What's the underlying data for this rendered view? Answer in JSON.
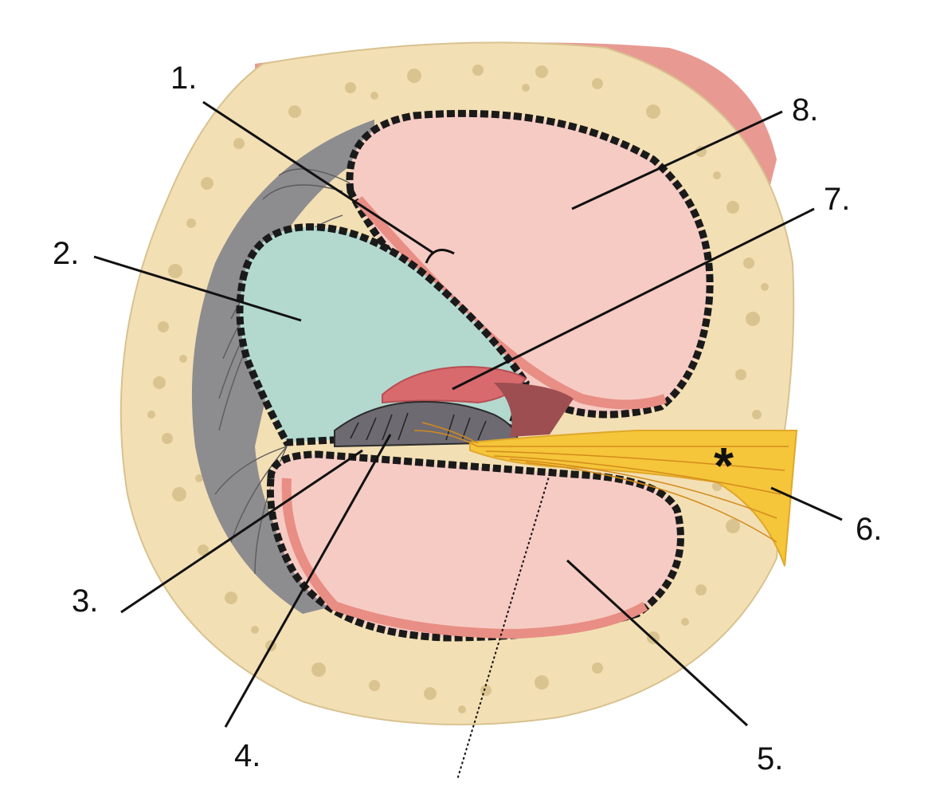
{
  "labels": {
    "l1": "1.",
    "l2": "2.",
    "l3": "3.",
    "l4": "4.",
    "l5": "5.",
    "l6": "6.",
    "l7": "7.",
    "l8": "8."
  },
  "marker": "*",
  "colors": {
    "bone": "#f3dfb4",
    "bone_spot": "#d9c48f",
    "pink_rim": "#e88e85",
    "chamber": "#f6cbc3",
    "teal": "#b3d9cf",
    "gray": "#8d8d8f",
    "nerve": "#f5c53a",
    "membrane": "#d86a6d",
    "outline": "#1a1a1a"
  }
}
